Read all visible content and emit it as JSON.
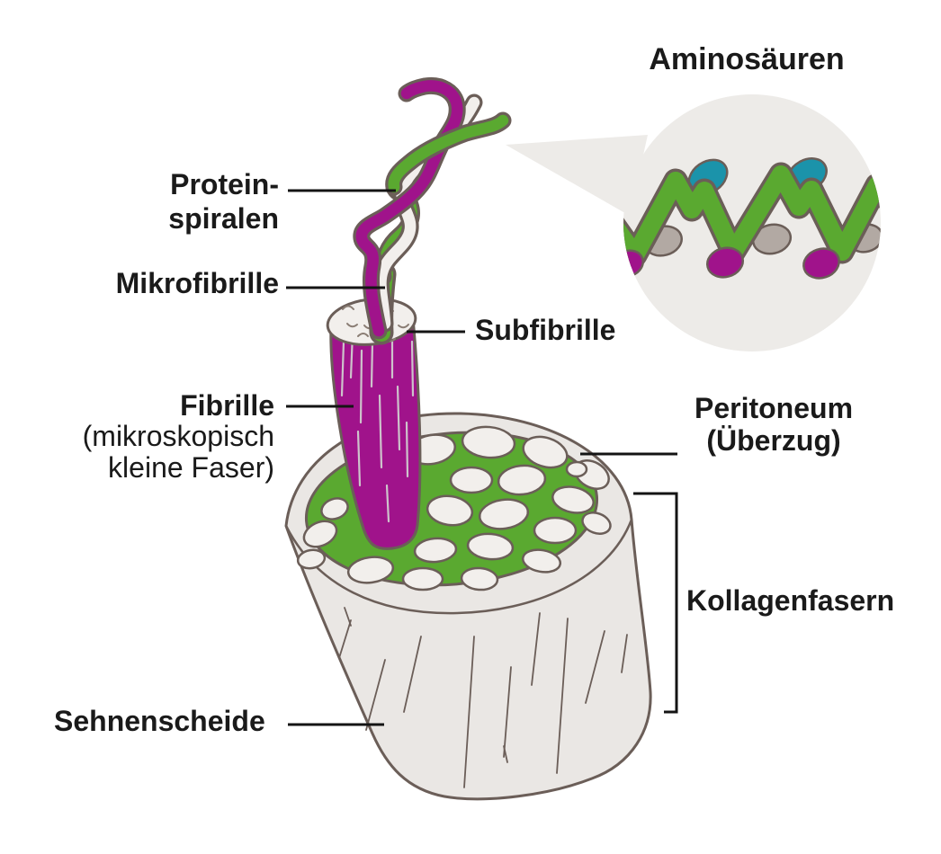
{
  "title": "Aminosäuren",
  "labels": {
    "protein_line1": "Protein-",
    "protein_line2": "spiralen",
    "mikrofibrille": "Mikrofibrille",
    "fibrille": "Fibrille",
    "fibrille_note1": "(mikroskopisch",
    "fibrille_note2": "kleine Faser)",
    "subfibrille": "Subfibrille",
    "peritoneum": "Peritoneum",
    "peritoneum_note": "(Überzug)",
    "kollagenfasern": "Kollagenfasern",
    "sehnenscheide": "Sehnenscheide"
  },
  "colors": {
    "background": "#ffffff",
    "text": "#1a1a1a",
    "outline": "#6b5e58",
    "leader_line": "#141414",
    "green": "#5aa930",
    "purple": "#a0138b",
    "teal": "#1b93aa",
    "gray_blob": "#b2a9a3",
    "tendon_fill": "#eae7e4",
    "inset_fill": "#edebe8",
    "blob_fill": "#f2efec",
    "streak": "#cdc3cb"
  }
}
